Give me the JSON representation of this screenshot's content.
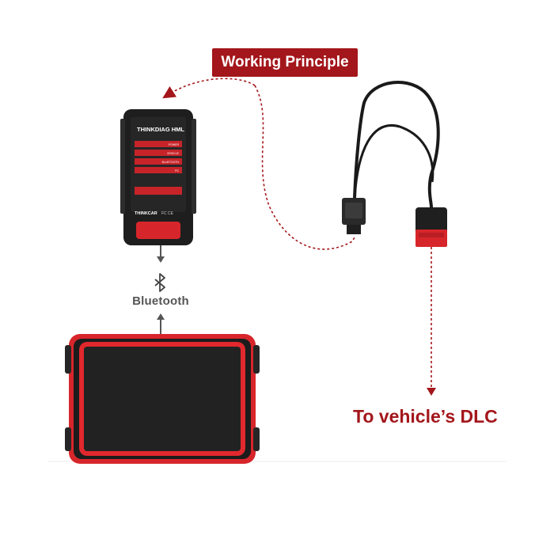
{
  "badge": {
    "label": "Working Principle"
  },
  "device": {
    "brand": "THINKDIAG HML",
    "indicators": [
      "POWER",
      "VEHICLE",
      "BLUETOOTH",
      "PC"
    ],
    "maker": "THINKCAR",
    "certs": "FC CE"
  },
  "bluetooth": {
    "label": "Bluetooth"
  },
  "destination": {
    "label": "To vehicle’s DLC"
  },
  "colors": {
    "accent": "#a3161b",
    "body": "#1e1e1e",
    "red": "#d7262b",
    "arrow": "#555555"
  },
  "icons": [
    "bluetooth-icon",
    "arrow-down-icon",
    "arrow-up-icon"
  ]
}
